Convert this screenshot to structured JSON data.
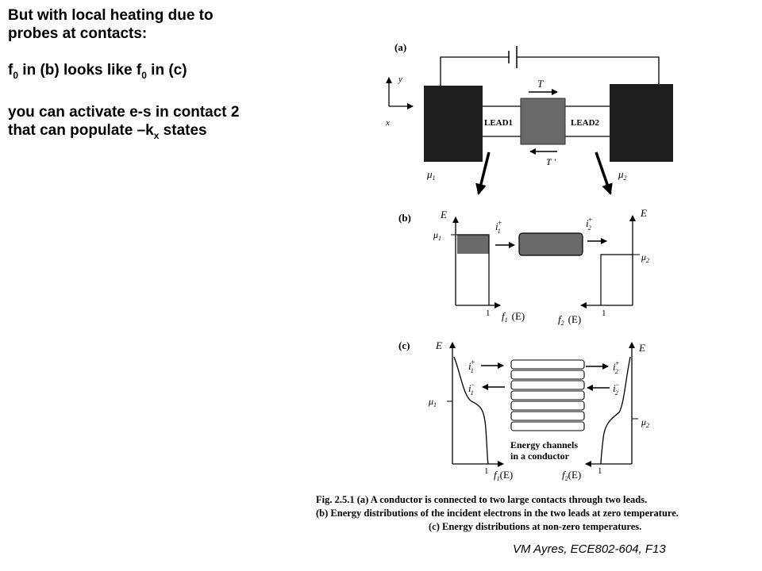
{
  "notes": {
    "line1": "But with local heating due to",
    "line2": "probes at contacts:",
    "f0_a": "f",
    "f0_a_sub": "0",
    "f0_mid": " in (b) looks like f",
    "f0_b_sub": "0",
    "f0_end": " in (c)",
    "line4": "you can activate e-s in contact 2",
    "line5_pre": "that can populate –k",
    "line5_sub": "x",
    "line5_post": " states"
  },
  "figure": {
    "panel_a": {
      "tag": "(a)",
      "lead1": "LEAD1",
      "lead2": "LEAD2",
      "t": "T",
      "t_prime": "T '",
      "axis_y": "y",
      "axis_x": "x",
      "mu1": "μ",
      "mu1_sub": "1",
      "mu2": "μ",
      "mu2_sub": "2"
    },
    "panel_b": {
      "tag": "(b)",
      "e_left": "E",
      "e_right": "E",
      "mu1": "μ",
      "mu1_sub": "1",
      "mu2": "μ",
      "mu2_sub": "2",
      "i1": "i",
      "i1_sup": "+",
      "i1_sub": "1",
      "i2": "i",
      "i2_sup": "+",
      "i2_sub": "2",
      "one_left": "1",
      "one_right": "1",
      "f1": "f",
      "f1_sub": "1",
      "f1_arg": "(E)",
      "f2": "f",
      "f2_sub": "2",
      "f2_arg": "(E)"
    },
    "panel_c": {
      "tag": "(c)",
      "e_left": "E",
      "e_right": "E",
      "mu1": "μ",
      "mu1_sub": "1",
      "mu2": "μ",
      "mu2_sub": "2",
      "i1p": "i",
      "i1p_sup": "+",
      "i1p_sub": "1",
      "i1m": "i",
      "i1m_sup": "−",
      "i1m_sub": "1",
      "i2p": "i",
      "i2p_sup": "+",
      "i2p_sub": "2",
      "i2m": "i",
      "i2m_sup": "−",
      "i2m_sub": "2",
      "channels_line1": "Energy channels",
      "channels_line2": "in a conductor",
      "one_left": "1",
      "one_right": "1",
      "f1": "f",
      "f1_sub": "1",
      "f1_arg": "(E)",
      "f2": "f",
      "f2_sub": "2",
      "f2_arg": "(E)"
    },
    "caption": {
      "line1": "Fig. 2.5.1 (a) A conductor is connected to two large contacts through two leads.",
      "line2": "(b) Energy distributions of the incident electrons in the two leads at zero temperature.",
      "line3": "(c) Energy distributions at non-zero temperatures."
    }
  },
  "footer": "VM Ayres, ECE802-604, F13"
}
